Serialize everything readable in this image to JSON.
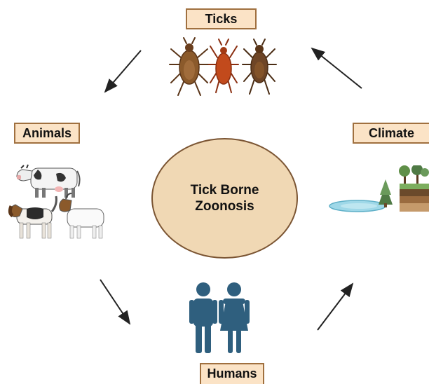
{
  "diagram": {
    "center": {
      "line1": "Tick Borne",
      "line2": "Zoonosis"
    },
    "nodes": {
      "ticks": {
        "label": "Ticks"
      },
      "climate": {
        "label": "Climate"
      },
      "humans": {
        "label": "Humans"
      },
      "animals": {
        "label": "Animals"
      }
    },
    "cycle": [
      "climate",
      "ticks",
      "animals",
      "humans"
    ],
    "arrows": [
      {
        "from": "climate",
        "to": "ticks"
      },
      {
        "from": "ticks",
        "to": "animals"
      },
      {
        "from": "animals",
        "to": "humans"
      },
      {
        "from": "humans",
        "to": "climate"
      }
    ]
  },
  "colors": {
    "label_fill": "#fbe3c6",
    "label_border": "#a0703f",
    "center_fill": "#f0d8b4",
    "human_figure": "#2f5f7e",
    "arrow": "#222222"
  }
}
